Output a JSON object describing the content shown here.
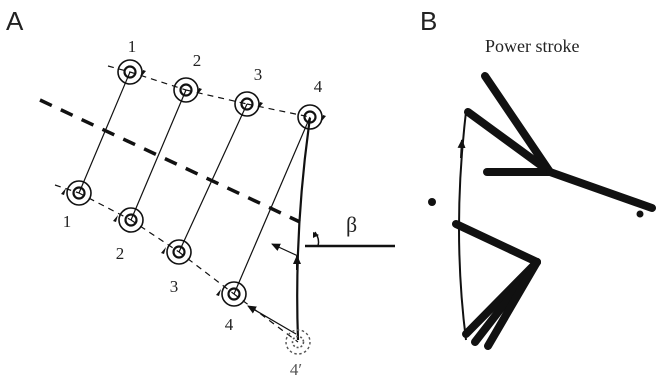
{
  "panel_a": {
    "letter": "A",
    "top_labels": [
      "1",
      "2",
      "3",
      "4"
    ],
    "bottom_labels": [
      "1",
      "2",
      "3",
      "4"
    ],
    "ghost_label": "4′",
    "angle_label": "β"
  },
  "panel_b": {
    "letter": "B",
    "title": "Power stroke"
  },
  "colors": {
    "ink": "#111111",
    "ghost": "#555555"
  }
}
